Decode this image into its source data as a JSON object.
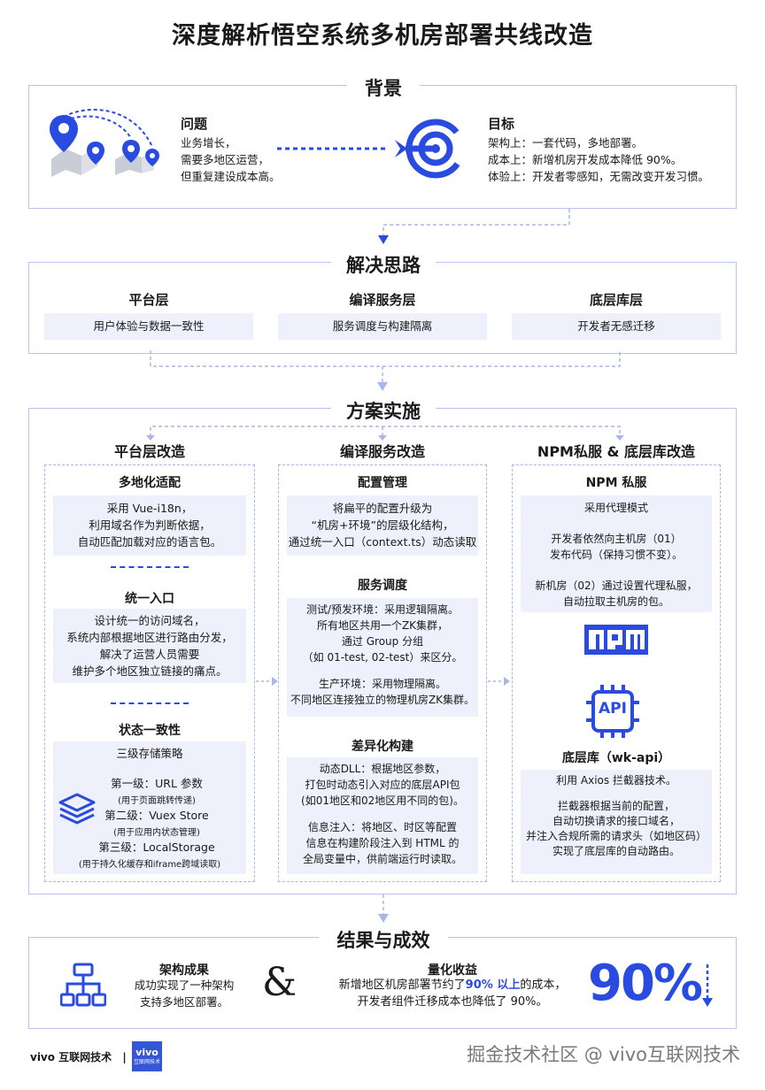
{
  "title": "深度解析悟空系统多机房部署共线改造",
  "background": {
    "heading": "背景",
    "problem": {
      "title": "问题",
      "lines": [
        "业务增长，",
        "需要多地区运营，",
        "但重复建设成本高。"
      ]
    },
    "goal": {
      "title": "目标",
      "lines": [
        "架构上：一套代码，多地部署。",
        "成本上：新增机房开发成本降低 90%。",
        "体验上：开发者零感知，无需改变开发习惯。"
      ]
    }
  },
  "solution": {
    "heading": "解决思路",
    "layers": [
      {
        "name": "平台层",
        "desc": "用户体验与数据一致性"
      },
      {
        "name": "编译服务层",
        "desc": "服务调度与构建隔离"
      },
      {
        "name": "底层库层",
        "desc": "开发者无感迁移"
      }
    ]
  },
  "implementation": {
    "heading": "方案实施",
    "col1": {
      "title": "平台层改造",
      "s1": {
        "title": "多地化适配",
        "lines": [
          "采用 Vue-i18n，",
          "利用域名作为判断依据，",
          "自动匹配加载对应的语言包。"
        ]
      },
      "s2": {
        "title": "统一入口",
        "lines": [
          "设计统一的访问域名，",
          "系统内部根据地区进行路由分发，",
          "解决了运营人员需要",
          "维护多个地区独立链接的痛点。"
        ]
      },
      "s3": {
        "title": "状态一致性",
        "intro": "三级存储策略",
        "l1": "第一级：URL 参数",
        "l1n": "(用于页面跳转传递)",
        "l2": "第二级：Vuex Store",
        "l2n": "(用于应用内状态管理)",
        "l3": "第三级：LocalStorage",
        "l3n": "(用于持久化缓存和iframe跨域读取)"
      }
    },
    "col2": {
      "title": "编译服务改造",
      "s1": {
        "title": "配置管理",
        "lines": [
          "将扁平的配置升级为",
          "“机房+环境”的层级化结构，",
          "通过统一入口（context.ts）动态读取"
        ]
      },
      "s2": {
        "title": "服务调度",
        "lines": [
          "测试/预发环境：采用逻辑隔离。",
          "所有地区共用一个ZK集群，",
          "通过 Group 分组",
          "（如 01-test, 02-test）来区分。",
          "",
          "生产环境：采用物理隔离。",
          "不同地区连接独立的物理机房ZK集群。"
        ]
      },
      "s3": {
        "title": "差异化构建",
        "lines": [
          "动态DLL：根据地区参数，",
          "打包时动态引入对应的底层API包",
          "(如01地区和02地区用不同的包)。",
          "",
          "信息注入：将地区、时区等配置",
          "信息在构建阶段注入到 HTML 的",
          "全局变量中，供前端运行时读取。"
        ]
      }
    },
    "col3": {
      "title": "NPM私服 & 底层库改造",
      "s1": {
        "title": "NPM 私服",
        "lines": [
          "采用代理模式",
          "",
          "开发者依然向主机房（01）",
          "发布代码（保持习惯不变）。",
          "",
          "新机房（02）通过设置代理私服，",
          "自动拉取主机房的包。"
        ]
      },
      "npm_logo": "npm",
      "api_label": "API",
      "s2": {
        "title": "底层库（wk-api）",
        "lines": [
          "利用 Axios 拦截器技术。",
          "",
          "拦截器根据当前的配置，",
          "自动切换请求的接口域名，",
          "并注入合规所需的请求头（如地区码）",
          "实现了底层库的自动路由。"
        ]
      }
    }
  },
  "results": {
    "heading": "结果与成效",
    "arch": {
      "title": "架构成果",
      "lines": [
        "成功实现了一种架构",
        "支持多地区部署。"
      ]
    },
    "amp": "&",
    "quant": {
      "title": "量化收益",
      "line1_pre": "新增地区机房部署节约了",
      "line1_hl": "90% 以上",
      "line1_post": "的成本，",
      "line2": "开发者组件迁移成本也降低了 90%。"
    },
    "big": "90%"
  },
  "footer": {
    "brand": "vivo 互联网技术",
    "sep": "|",
    "logo_text1": "vivo",
    "logo_text2": "互联网技术",
    "watermark": "掘金技术社区 @ vivo互联网技术"
  },
  "colors": {
    "accent": "#2a4be0",
    "border": "#b9c3ef",
    "light": "#eef1fb"
  }
}
